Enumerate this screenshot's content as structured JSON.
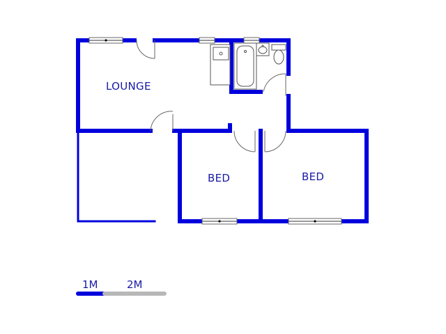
{
  "rooms": {
    "lounge": "LOUNGE",
    "bed_left": "BED",
    "bed_right": "BED"
  },
  "scale": {
    "label_1": "1M",
    "label_2": "2M"
  },
  "colors": {
    "wall": "#0000dd",
    "text": "#1a1aa6",
    "fixture": "#555555",
    "scale_grey": "#b8b8b8"
  }
}
